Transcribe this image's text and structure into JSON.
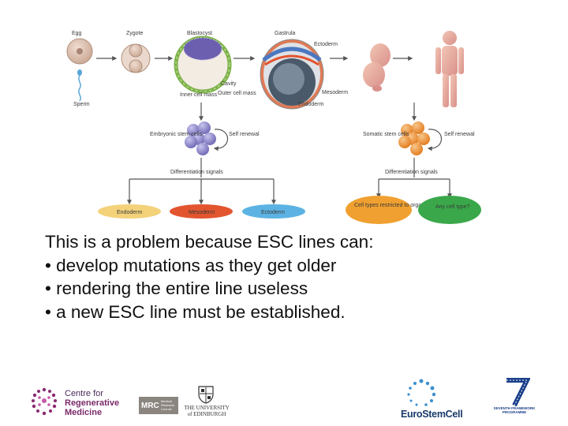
{
  "diagram": {
    "labels": {
      "egg": "Egg",
      "zygote": "Zygote",
      "blastocyst": "Blastocyst",
      "gastrula": "Gastrula",
      "sperm": "Sperm",
      "ectoderm_top": "Ectoderm",
      "cavity": "Cavity",
      "inner_cell_mass": "Inner cell mass",
      "outer_cell_mass": "Outer cell mass",
      "mesoderm_top": "Mesoderm",
      "endoderm_top": "Endoderm",
      "embryonic_stem_cells": "Embryonic stem cells",
      "self_renewal_left": "Self renewal",
      "somatic_stem_cells": "Somatic stem cells",
      "self_renewal_right": "Self renewal",
      "differentiation_left": "Differentiation signals",
      "differentiation_right": "Differentiation signals",
      "endoderm_box": "Endoderm",
      "mesoderm_box": "Mesoderm",
      "ectoderm_box": "Ectoderm",
      "restricted_box": "Cell types restricted to organ source",
      "any_cell_box": "Any cell type?"
    },
    "colors": {
      "endoderm": "#f3d27a",
      "mesoderm": "#e2552f",
      "ectoderm": "#5cb3e3",
      "restricted": "#f0a030",
      "any_cell": "#3aa84a",
      "stem_cells": "#8c86c8",
      "somatic_cells": "#ef8a2e"
    }
  },
  "text": {
    "line1": "This is a problem because ESC lines can:",
    "line2": "• develop mutations as they get older",
    "line3": "• rendering the entire line useless",
    "line4": "• a new ESC line must be established."
  },
  "logos": {
    "crm_line1": "Centre for",
    "crm_line2": "Regenerative",
    "crm_line3": "Medicine",
    "mrc": "MRC",
    "mrc_sub": "Medical Research Council",
    "edinburgh": "THE UNIVERSITY of EDINBURGH",
    "eurostemcell": "EuroStemCell",
    "fp7": "SEVENTH FRAMEWORK PROGRAMME"
  }
}
